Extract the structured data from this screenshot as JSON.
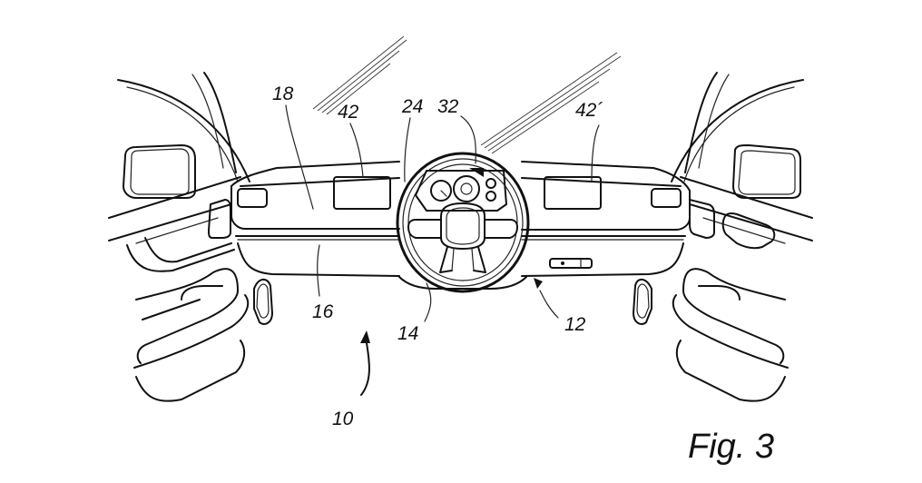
{
  "figure": {
    "caption": "Fig. 3",
    "subject": "vehicle dashboard interior, driver view"
  },
  "reference_numerals": [
    {
      "id": "ref-10",
      "text": "10",
      "target": "vehicle-interior"
    },
    {
      "id": "ref-12",
      "text": "12",
      "target": "dashboard-lower-right"
    },
    {
      "id": "ref-14",
      "text": "14",
      "target": "steering-wheel"
    },
    {
      "id": "ref-16",
      "text": "16",
      "target": "dashboard-trim-strip"
    },
    {
      "id": "ref-18",
      "text": "18",
      "target": "dashboard-upper-panel"
    },
    {
      "id": "ref-24",
      "text": "24",
      "target": "dashboard-center-region"
    },
    {
      "id": "ref-32",
      "text": "32",
      "target": "instrument-cluster"
    },
    {
      "id": "ref-42",
      "text": "42",
      "target": "left-display"
    },
    {
      "id": "ref-42-prime",
      "text": "42´",
      "target": "right-display"
    }
  ]
}
